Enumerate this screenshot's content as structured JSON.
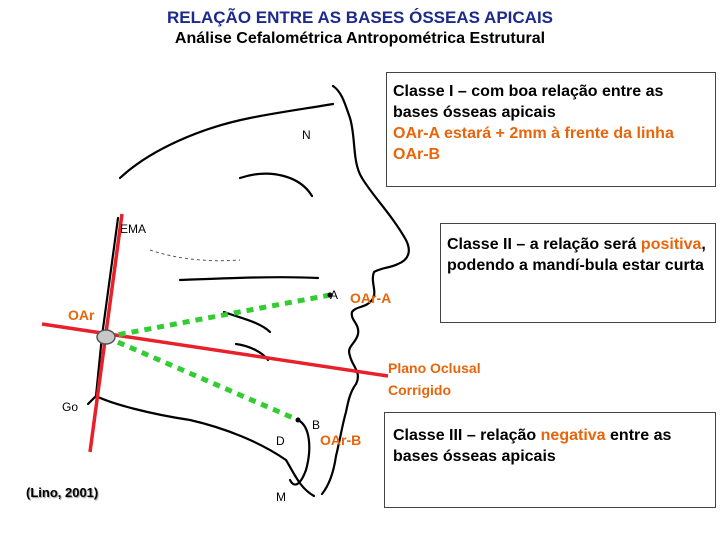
{
  "title": "RELAÇÃO ENTRE AS BASES ÓSSEAS APICAIS",
  "subtitle": "Análise Cefalométrica Antropométrica Estrutural",
  "box1": {
    "line1": "Classe I – com boa relação entre as bases ósseas apicais",
    "line2": "OAr-A  estará   + 2mm  à frente da linha OAr-B"
  },
  "box2": {
    "part1": "Classe II – a relação será ",
    "highlight": "positiva",
    "part2": ", podendo a mandí-bula estar curta"
  },
  "box3": {
    "part1": "Classe III – relação ",
    "highlight": "negativa",
    "part2": " entre as bases  ósseas apicais"
  },
  "labels": {
    "N": "N",
    "EMA": "EMA",
    "A": "A",
    "OAr_A": "OAr-A",
    "OAr": "OAr",
    "plano_oclusal": "Plano Oclusal",
    "corrigido": "Corrigido",
    "Go": "Go",
    "B": "B",
    "D": "D",
    "OAr_B": "OAr-B",
    "M": "M"
  },
  "citation": "(Lino, 2001)",
  "colors": {
    "title": "#1c2a8c",
    "accent": "#e8650b",
    "red_line": "#e8202a",
    "green_dash": "#33cc33"
  }
}
